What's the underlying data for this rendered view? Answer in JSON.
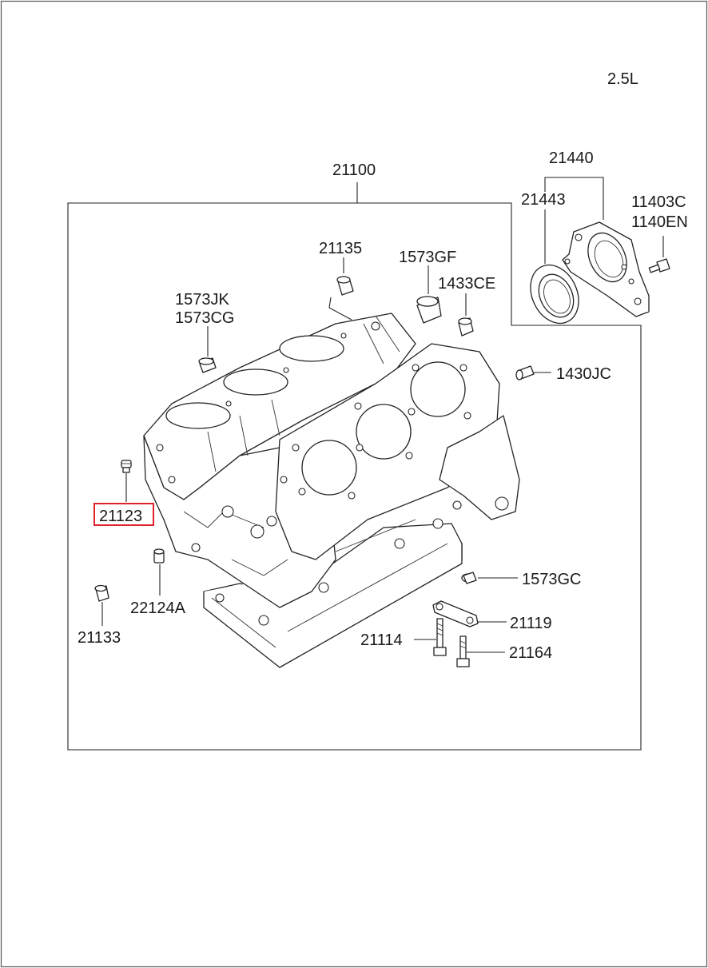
{
  "engine_label": "2.5L",
  "highlight_color": "#e0202a",
  "callouts": {
    "assembly": "21100",
    "seal_assembly": "21440",
    "seal": "21443",
    "bolt_a": "11403C",
    "bolt_b": "1140EN",
    "pin_top": "21135",
    "plug_gf": "1573GF",
    "plug_jk": "1573JK",
    "plug_cg": "1573CG",
    "plug_ce": "1433CE",
    "pipe_jc": "1430JC",
    "plug_selected": "21123",
    "plug_gc": "1573GC",
    "pin_side": "22124A",
    "plug_bottom": "21133",
    "bracket": "21119",
    "bolt_long": "21114",
    "bolt_short": "21164"
  },
  "selected_part": "21123"
}
